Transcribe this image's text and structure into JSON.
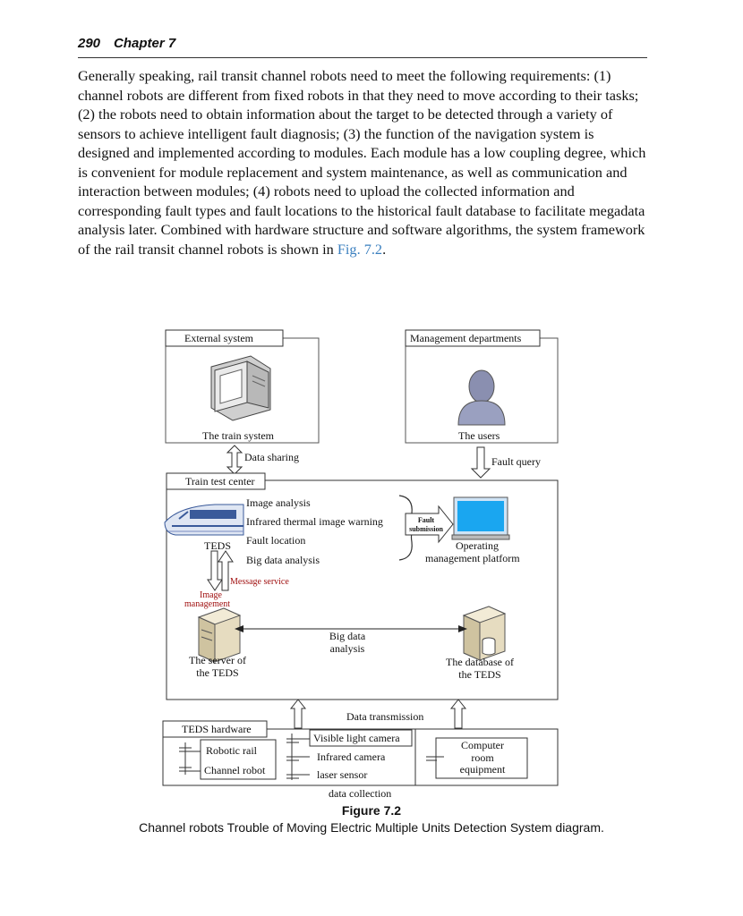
{
  "header": {
    "page_number": "290",
    "chapter": "Chapter 7"
  },
  "body": {
    "text_before": "Generally speaking, rail transit channel robots need to meet the following requirements: (1) channel robots are different from fixed robots in that they need to move according to their tasks; (2) the robots need to obtain information about the target to be detected through a variety of sensors to achieve intelligent fault diagnosis; (3) the function of the navigation system is designed and implemented according to modules. Each module has a low coupling degree, which is convenient for module replacement and system maintenance, as well as communication and interaction between modules; (4) robots need to upload the collected information and corresponding fault types and fault locations to the historical fault database to facilitate megadata analysis later. Combined with hardware structure and software algorithms, the system framework of the rail transit channel robots is shown in ",
    "fig_ref": "Fig. 7.2",
    "text_after": "."
  },
  "diagram": {
    "external_system": "External system",
    "train_system": "The train system",
    "management_departments": "Management departments",
    "users": "The users",
    "data_sharing": "Data sharing",
    "fault_query": "Fault query",
    "train_test_center": "Train test center",
    "image_analysis": "Image analysis",
    "infrared_warning": "Infrared thermal image warning",
    "fault_location": "Fault location",
    "big_data_analysis_1": "Big data analysis",
    "teds": "TEDS",
    "fault_submission_1": "Fault",
    "fault_submission_2": "submission",
    "operating_platform_1": "Operating",
    "operating_platform_2": "management platform",
    "message_service": "Message service",
    "image_management_1": "Image",
    "image_management_2": "management",
    "big_data_2a": "Big data",
    "big_data_2b": "analysis",
    "server_1": "The server of",
    "server_2": "the TEDS",
    "database_1": "The database of",
    "database_2": "the TEDS",
    "data_transmission": "Data transmission",
    "teds_hardware": "TEDS hardware",
    "robotic_rail": "Robotic rail",
    "channel_robot": "Channel robot",
    "visible_camera": "Visible light camera",
    "infrared_camera": "Infrared camera",
    "laser_sensor": "laser sensor",
    "data_collection": "data collection",
    "computer_room_1": "Computer",
    "computer_room_2": "room",
    "computer_room_3": "equipment"
  },
  "caption": {
    "number": "Figure 7.2",
    "text": "Channel robots Trouble of Moving Electric Multiple Units Detection System diagram."
  }
}
